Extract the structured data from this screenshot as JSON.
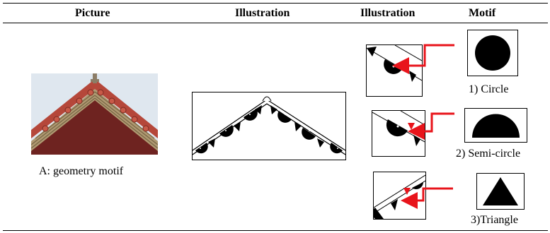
{
  "table": {
    "headers": {
      "picture": "Picture",
      "illustration_1": "Illustration",
      "illustration_2": "Illustration",
      "motif": "Motif"
    },
    "row": {
      "picture_caption": "A: geometry motif",
      "motifs": [
        {
          "label": "1) Circle",
          "shape": "circle-icon"
        },
        {
          "label": "2) Semi-circle",
          "shape": "semicircle-icon"
        },
        {
          "label": "3)Triangle",
          "shape": "triangle-icon"
        }
      ]
    }
  },
  "colors": {
    "arrow": "#e8141b",
    "ink": "#000000",
    "roof_red": "#b5473a",
    "sky": "#dfe7ef"
  }
}
